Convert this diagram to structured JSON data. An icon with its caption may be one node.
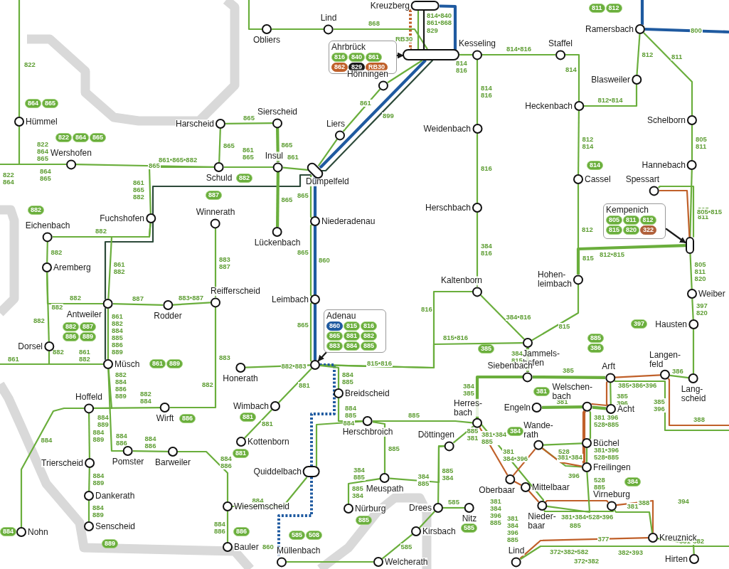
{
  "diagram": {
    "nodes": [
      {
        "text": [
          "Kreuzberg"
        ]
      },
      {
        "text": [
          "Obliers"
        ]
      },
      {
        "text": [
          "Lind"
        ]
      },
      {
        "text": [],
        "shape": "box"
      },
      {
        "text": [
          "Ahrbrück",
          "816",
          "840",
          "861",
          "862",
          "829",
          "RB30"
        ]
      },
      {
        "text": [
          "Kesseling"
        ]
      },
      {
        "text": [
          "Staffel"
        ]
      },
      {
        "text": [
          "Ramersbach"
        ],
        "beside": [
          "811",
          "812"
        ]
      },
      {
        "text": [
          "Hönningen"
        ]
      },
      {
        "text": [
          "Liers"
        ]
      },
      {
        "text": [
          "Blasweiler"
        ]
      },
      {
        "text": [
          "Heckenbach"
        ]
      },
      {
        "text": [
          "Weidenbach"
        ]
      },
      {
        "text": [
          "Schelborn"
        ]
      },
      {
        "text": [
          "Hümmel"
        ],
        "beside": [
          "864",
          "865"
        ]
      },
      {
        "text": [
          "Harscheid"
        ]
      },
      {
        "text": [
          "Sierscheid"
        ]
      },
      {
        "text": [
          "Wershofen"
        ],
        "beside": [
          "822",
          "864",
          "865"
        ]
      },
      {
        "text": [
          "Schuld"
        ],
        "beside": [
          "882"
        ]
      },
      {
        "text": [
          "Insul"
        ]
      },
      {
        "text": [
          "Dümpelfeld"
        ]
      },
      {
        "text": [
          "Hannebach"
        ]
      },
      {
        "text": [
          "Cassel"
        ],
        "beside": [
          "814"
        ]
      },
      {
        "text": [
          "Spessart"
        ]
      },
      {
        "text": [
          "Kempenich",
          "805",
          "811",
          "812",
          "815",
          "820",
          "322"
        ]
      },
      {
        "text": [],
        "shape": "box"
      },
      {
        "text": [
          "Herschbach"
        ]
      },
      {
        "text": [
          "Winnerath"
        ],
        "beside": [
          "887"
        ]
      },
      {
        "text": [
          "Fuchshofen"
        ]
      },
      {
        "text": [
          "Eichenbach"
        ],
        "beside": [
          "882"
        ]
      },
      {
        "text": [
          "Lückenbach"
        ]
      },
      {
        "text": [
          "Niederadenau"
        ]
      },
      {
        "text": [
          "Aremberg"
        ]
      },
      {
        "text": [
          "Reifferscheid"
        ]
      },
      {
        "text": [
          "Hohen- leimbach"
        ]
      },
      {
        "text": [
          "Kaltenborn"
        ]
      },
      {
        "text": [
          "Leimbach"
        ]
      },
      {
        "text": [
          "Antweiler"
        ],
        "beside": [
          "882",
          "887",
          "886",
          "889"
        ]
      },
      {
        "text": [
          "Rodder"
        ]
      },
      {
        "text": [
          "Weiber"
        ]
      },
      {
        "text": [
          "Adenau",
          "860",
          "815",
          "816",
          "865",
          "881",
          "882",
          "883",
          "884",
          "885"
        ]
      },
      {
        "text": [
          "Hausten"
        ],
        "beside": [
          "397"
        ]
      },
      {
        "text": [
          "Jammels- hofen"
        ]
      },
      {
        "text": [
          "Dorsel"
        ]
      },
      {
        "text": [
          "Müsch"
        ],
        "beside": [
          "861",
          "889"
        ]
      },
      {
        "text": [],
        "shape": "circle"
      },
      {
        "text": [
          "Honerath"
        ]
      },
      {
        "text": [
          "Siebenbach"
        ],
        "beside": [
          "385"
        ]
      },
      {
        "text": [
          "Arft"
        ],
        "beside": [
          "885",
          "386"
        ]
      },
      {
        "text": [
          "Langen- feld"
        ]
      },
      {
        "text": [
          "Lang- scheid"
        ]
      },
      {
        "text": [
          "Breidscheid"
        ]
      },
      {
        "text": [
          "Welschen- bach"
        ],
        "beside": [
          "381"
        ]
      },
      {
        "text": [
          "Engeln"
        ]
      },
      {
        "text": [
          "Acht"
        ]
      },
      {
        "text": [
          "Hoffeld"
        ]
      },
      {
        "text": [
          "Wimbach"
        ],
        "beside": [
          "881"
        ]
      },
      {
        "text": [
          "Wirft"
        ],
        "beside": [
          "886"
        ]
      },
      {
        "text": [
          "Herschbroich"
        ]
      },
      {
        "text": [
          "Herres- bach"
        ]
      },
      {
        "text": [
          "Döttingen"
        ]
      },
      {
        "text": [
          "Wande- rath"
        ],
        "beside": [
          "384"
        ]
      },
      {
        "text": [
          "Büchel"
        ]
      },
      {
        "text": [
          "Kottenborn"
        ],
        "beside": [
          "881"
        ]
      },
      {
        "text": [
          "Pomster"
        ]
      },
      {
        "text": [
          "Barweiler"
        ]
      },
      {
        "text": [
          "Trierscheid"
        ]
      },
      {
        "text": [
          "Freilingen"
        ]
      },
      {
        "text": [
          "Oberbaar"
        ]
      },
      {
        "text": [
          "Quiddelbach"
        ]
      },
      {
        "text": [
          "Meuspath"
        ]
      },
      {
        "text": [
          "Mittelbaar"
        ]
      },
      {
        "text": [
          "Dankerath"
        ]
      },
      {
        "text": [
          "Wiesemscheid"
        ]
      },
      {
        "text": [
          "Nürburg"
        ],
        "beside": [
          "885"
        ]
      },
      {
        "text": [
          "Drees"
        ]
      },
      {
        "text": [
          "Nitz"
        ],
        "beside": [
          "585"
        ]
      },
      {
        "text": [
          "Nieder- baar"
        ]
      },
      {
        "text": [
          "Virneburg"
        ],
        "beside": [
          "384"
        ]
      },
      {
        "text": [
          "Senscheid"
        ]
      },
      {
        "text": [
          "Kirsbach"
        ]
      },
      {
        "text": [
          "Nohn"
        ],
        "beside": [
          "884"
        ]
      },
      {
        "text": [
          "Bauler"
        ],
        "beside": [
          "886"
        ]
      },
      {
        "text": [
          "Kreuznick"
        ]
      },
      {
        "text": [
          "Müllenbach"
        ],
        "beside": [
          "585",
          "508"
        ]
      },
      {
        "text": [
          "Lind"
        ]
      },
      {
        "text": [
          "Welcherath"
        ]
      },
      {
        "text": [
          "Hirten"
        ]
      }
    ],
    "edges": [
      {
        "from": null,
        "to": 1,
        "arrow": "none"
      },
      {
        "from": 1,
        "to": 2,
        "arrow": "none"
      },
      {
        "from": 2,
        "to": 3,
        "arrow": "none",
        "label": "868"
      },
      {
        "from": 0,
        "to": 3,
        "arrow": "none",
        "label": "814•840 861•868"
      },
      {
        "from": 0,
        "to": 3,
        "arrow": "none",
        "label": "829",
        "color": "#1a1a1a"
      },
      {
        "from": 0,
        "to": 3,
        "arrow": "none",
        "label": "RB30",
        "style": "dashed",
        "color": "#c0602a"
      },
      {
        "from": 0,
        "to": 3,
        "arrow": "none",
        "style": "thick",
        "color": "#1f5aa0"
      },
      {
        "from": 3,
        "to": 5,
        "arrow": "none",
        "label": "814 816"
      },
      {
        "from": 5,
        "to": 6,
        "arrow": "none",
        "label": "814•816"
      },
      {
        "from": 6,
        "to": 11,
        "arrow": "none",
        "label": "814"
      },
      {
        "from": 5,
        "to": 12,
        "arrow": "none",
        "label": "814 816"
      },
      {
        "from": 12,
        "to": 26,
        "arrow": "none",
        "label": "816"
      },
      {
        "from": 26,
        "to": 35,
        "arrow": "none",
        "label": "384 816"
      },
      {
        "from": 35,
        "to": 42,
        "arrow": "none",
        "label": "384•816"
      },
      {
        "from": 35,
        "to": 45,
        "arrow": "none",
        "label": "816"
      },
      {
        "from": 42,
        "to": 45,
        "arrow": "none",
        "label": "815•816"
      },
      {
        "from": 11,
        "to": 22,
        "arrow": "none",
        "label": "812 814"
      },
      {
        "from": 22,
        "to": 34,
        "arrow": "none",
        "label": "812"
      },
      {
        "from": 34,
        "to": 25,
        "arrow": "none",
        "label": "812•815",
        "style": "thick"
      },
      {
        "from": 34,
        "to": 42,
        "arrow": "none",
        "label": "815"
      },
      {
        "from": 7,
        "to": 10,
        "arrow": "none",
        "label": "812"
      },
      {
        "from": 10,
        "to": 11,
        "arrow": "none",
        "label": "812•814"
      },
      {
        "from": 7,
        "to": 13,
        "arrow": "none",
        "label": "811"
      },
      {
        "from": 7,
        "to": null,
        "arrow": "none",
        "label": "800",
        "style": "thick",
        "color": "#1f5aa0"
      },
      {
        "from": null,
        "to": 7,
        "arrow": "none",
        "style": "thick",
        "color": "#1f5aa0"
      },
      {
        "from": 13,
        "to": 21,
        "arrow": "none",
        "label": "805 811"
      },
      {
        "from": 21,
        "to": 25,
        "arrow": "none",
        "label": "805 811"
      },
      {
        "from": 23,
        "to": 25,
        "arrow": "none",
        "color": "#c0602a"
      },
      {
        "from": 23,
        "to": 25,
        "arrow": "none",
        "label": "805•815"
      },
      {
        "from": 25,
        "to": 39,
        "arrow": "none",
        "label": "805 811 820"
      },
      {
        "from": 39,
        "to": 41,
        "arrow": "none",
        "label": "397 820"
      },
      {
        "from": 41,
        "to": 50,
        "arrow": "none"
      },
      {
        "from": 24,
        "to": 25,
        "arrow": "to",
        "color": "#1a1a1a"
      },
      {
        "from": 4,
        "to": 3,
        "arrow": "to",
        "color": "#1a1a1a"
      },
      {
        "from": 40,
        "to": 45,
        "arrow": "to",
        "color": "#1a1a1a"
      },
      {
        "from": 3,
        "to": 8,
        "arrow": "none"
      },
      {
        "from": 8,
        "to": 9,
        "arrow": "none",
        "label": "861"
      },
      {
        "from": 9,
        "to": 20,
        "arrow": "none"
      },
      {
        "from": 3,
        "to": 20,
        "arrow": "none",
        "style": "thick",
        "color": "#1f5aa0"
      },
      {
        "from": 3,
        "to": 20,
        "arrow": "none",
        "label": "899",
        "color": "#2d4a3a"
      },
      {
        "from": 20,
        "to": 19,
        "arrow": "none",
        "label": "861"
      },
      {
        "from": 19,
        "to": 18,
        "arrow": "none",
        "label": "861 865"
      },
      {
        "from": 18,
        "to": 28,
        "arrow": "none",
        "label": "861•865•882"
      },
      {
        "from": 17,
        "to": 18,
        "arrow": "none",
        "label": "865"
      },
      {
        "from": null,
        "to": 17,
        "arrow": "none",
        "label": "864 865"
      },
      {
        "from": 17,
        "to": 14,
        "arrow": "none",
        "label": "822 864 865"
      },
      {
        "from": 14,
        "to": null,
        "arrow": "none",
        "label": "822"
      },
      {
        "from": 20,
        "to": 37,
        "arrow": "none",
        "color": "#2d4a3a"
      },
      {
        "from": 15,
        "to": 18,
        "arrow": "none",
        "label": "865"
      },
      {
        "from": 15,
        "to": 16,
        "arrow": "none",
        "label": "865"
      },
      {
        "from": 16,
        "to": 19,
        "arrow": "none",
        "label": "865",
        "style": "thick"
      },
      {
        "from": 19,
        "to": 30,
        "arrow": "none",
        "label": "865",
        "style": "thick"
      },
      {
        "from": 20,
        "to": 31,
        "arrow": "none",
        "label": "865"
      },
      {
        "from": 31,
        "to": 36,
        "arrow": "none",
        "label": "865"
      },
      {
        "from": 36,
        "to": 45,
        "arrow": "none",
        "label": "865"
      },
      {
        "from": 31,
        "to": 36,
        "arrow": "none",
        "label": "860",
        "style": "thick",
        "color": "#1f5aa0"
      },
      {
        "from": 45,
        "to": 69,
        "arrow": "none",
        "style": "dashed",
        "color": "#1f5aa0"
      },
      {
        "from": 69,
        "to": 84,
        "arrow": "none",
        "label": "860",
        "style": "dashed",
        "color": "#1f5aa0"
      },
      {
        "from": 28,
        "to": 29,
        "arrow": "none",
        "label": "882"
      },
      {
        "from": 29,
        "to": 32,
        "arrow": "none",
        "label": "882"
      },
      {
        "from": 32,
        "to": 43,
        "arrow": "none",
        "label": "882"
      },
      {
        "from": 43,
        "to": 44,
        "arrow": "none",
        "label": "882"
      },
      {
        "from": null,
        "to": 44,
        "arrow": "none",
        "label": "861"
      },
      {
        "from": 32,
        "to": 37,
        "arrow": "none",
        "label": "882"
      },
      {
        "from": 28,
        "to": 37,
        "arrow": "none",
        "label": "861 882"
      },
      {
        "from": 37,
        "to": 38,
        "arrow": "none",
        "label": "887"
      },
      {
        "from": 38,
        "to": 33,
        "arrow": "none",
        "label": "883•887"
      },
      {
        "from": 27,
        "to": 33,
        "arrow": "none",
        "label": "883 887"
      },
      {
        "from": 33,
        "to": 57,
        "arrow": "none",
        "label": "883"
      },
      {
        "from": 46,
        "to": 45,
        "arrow": "none",
        "label": "882•883"
      },
      {
        "from": 37,
        "to": 44,
        "arrow": "none",
        "label": "861 882 884 885 886 889"
      },
      {
        "from": 44,
        "to": 64,
        "arrow": "none",
        "label": "882 884 886 889"
      },
      {
        "from": 55,
        "to": 57,
        "arrow": "none",
        "label": "882 884"
      },
      {
        "from": 55,
        "to": 44,
        "arrow": "none",
        "label": "884 889"
      },
      {
        "from": 81,
        "to": 55,
        "arrow": "none",
        "label": "884"
      },
      {
        "from": 55,
        "to": 66,
        "arrow": "none",
        "label": "884 889"
      },
      {
        "from": 66,
        "to": 72,
        "arrow": "none",
        "label": "884 889"
      },
      {
        "from": 72,
        "to": 79,
        "arrow": "none",
        "label": "884 889"
      },
      {
        "from": 64,
        "to": 65,
        "arrow": "none",
        "label": "884 886"
      },
      {
        "from": 65,
        "to": 73,
        "arrow": "none",
        "label": "884 886"
      },
      {
        "from": 73,
        "to": 82,
        "arrow": "none",
        "label": "884 886"
      },
      {
        "from": 73,
        "to": 69,
        "arrow": "none",
        "label": "884"
      },
      {
        "from": 45,
        "to": 56,
        "arrow": "none",
        "label": "881"
      },
      {
        "from": 56,
        "to": 63,
        "arrow": "none",
        "label": "881"
      },
      {
        "from": 45,
        "to": 51,
        "arrow": "none",
        "label": "884 885"
      },
      {
        "from": 51,
        "to": 58,
        "arrow": "none",
        "label": "884 885"
      },
      {
        "from": 58,
        "to": 69,
        "arrow": "none",
        "label": "884"
      },
      {
        "from": 58,
        "to": 70,
        "arrow": "none",
        "label": "885"
      },
      {
        "from": 58,
        "to": 59,
        "arrow": "none",
        "label": "885"
      },
      {
        "from": 70,
        "to": 60,
        "arrow": "none",
        "label": "384 885"
      },
      {
        "from": 74,
        "to": 70,
        "arrow": "none",
        "label": "885 384"
      },
      {
        "from": 60,
        "to": 59,
        "arrow": "none",
        "label": "885 381"
      },
      {
        "from": 60,
        "to": 75,
        "arrow": "none",
        "label": "885 384"
      },
      {
        "from": 75,
        "to": 76,
        "arrow": "none",
        "label": "585"
      },
      {
        "from": 75,
        "to": 80,
        "arrow": "none"
      },
      {
        "from": 80,
        "to": 86,
        "arrow": "none",
        "label": "585"
      },
      {
        "from": 59,
        "to": 47,
        "arrow": "none",
        "label": "384 385",
        "style": "thick"
      },
      {
        "from": 47,
        "to": 48,
        "arrow": "none",
        "label": "385",
        "style": "thick"
      },
      {
        "from": 42,
        "to": 47,
        "arrow": "none",
        "label": "384 815",
        "style": "thick"
      },
      {
        "from": 48,
        "to": 49,
        "arrow": "none",
        "color": "#c0602a"
      },
      {
        "from": 48,
        "to": null,
        "arrow": "none",
        "label": "385•386•396"
      },
      {
        "from": 49,
        "to": 50,
        "arrow": "none",
        "label": "386"
      },
      {
        "from": 49,
        "to": null,
        "arrow": "none",
        "label": "388",
        "color": "#c0602a"
      },
      {
        "from": 48,
        "to": 54,
        "arrow": "none",
        "color": "#c0602a"
      },
      {
        "from": 48,
        "to": 54,
        "arrow": "none",
        "label": "385 396"
      },
      {
        "from": 53,
        "to": 52,
        "arrow": "none",
        "label": "381",
        "style": "thick"
      },
      {
        "from": 52,
        "to": 54,
        "arrow": "none",
        "color": "#c0602a"
      },
      {
        "from": 52,
        "to": 67,
        "arrow": "none",
        "style": "thick",
        "color": "#c0602a"
      },
      {
        "from": 52,
        "to": 62,
        "arrow": "none",
        "label": "381 396 528•885"
      },
      {
        "from": 62,
        "to": 67,
        "arrow": "none",
        "label": "381•396 528•885"
      },
      {
        "from": 61,
        "to": 62,
        "arrow": "none",
        "label": "528 885"
      },
      {
        "from": 61,
        "to": 67,
        "arrow": "none",
        "label": "381•384"
      },
      {
        "from": 61,
        "to": 67,
        "arrow": "none",
        "color": "#c0602a"
      },
      {
        "from": 59,
        "to": 68,
        "arrow": "none",
        "color": "#c0602a"
      },
      {
        "from": 59,
        "to": 77,
        "arrow": "none",
        "label": "381•384 885"
      },
      {
        "from": 68,
        "to": 61,
        "arrow": "none",
        "label": "381 384•396",
        "color": "#c0602a"
      },
      {
        "from": 68,
        "to": 71,
        "arrow": "none",
        "color": "#c0602a"
      },
      {
        "from": 71,
        "to": 77,
        "arrow": "none",
        "color": "#c0602a"
      },
      {
        "from": 77,
        "to": 78,
        "arrow": "none",
        "color": "#c0602a"
      },
      {
        "from": 78,
        "to": 83,
        "arrow": "none",
        "label": "388",
        "color": "#c0602a"
      },
      {
        "from": 77,
        "to": 78,
        "arrow": "none",
        "label": "381•384•528•396"
      },
      {
        "from": 67,
        "to": 77,
        "arrow": "none",
        "label": "528 885"
      },
      {
        "from": 78,
        "to": 83,
        "arrow": "none",
        "label": "381"
      },
      {
        "from": 85,
        "to": 83,
        "arrow": "none",
        "label": "377",
        "color": "#c0602a"
      },
      {
        "from": 85,
        "to": null,
        "arrow": "none",
        "label": "372•382•582"
      },
      {
        "from": 83,
        "to": 87,
        "arrow": "none",
        "label": "381•382"
      },
      {
        "from": 84,
        "to": 86,
        "arrow": "none"
      },
      {
        "from": 52,
        "to": 54,
        "arrow": "none",
        "style": "thick"
      },
      {
        "from": 20,
        "to": 31,
        "arrow": "none",
        "style": "thick",
        "color": "#1f5aa0"
      },
      {
        "from": 36,
        "to": 45,
        "arrow": "none",
        "style": "thick",
        "color": "#1f5aa0"
      },
      {
        "from": 37,
        "to": 44,
        "arrow": "none",
        "color": "#2d4a3a"
      }
    ],
    "labels": [
      "822 864",
      "861 865 882",
      "815",
      "861 882",
      "882",
      "882",
      "884 886",
      "815•816",
      "384 885",
      "885",
      "385 396",
      "394",
      "382•393",
      "381 384 396 885",
      "381 384 396 885",
      "396",
      "889",
      "372•382"
    ]
  }
}
